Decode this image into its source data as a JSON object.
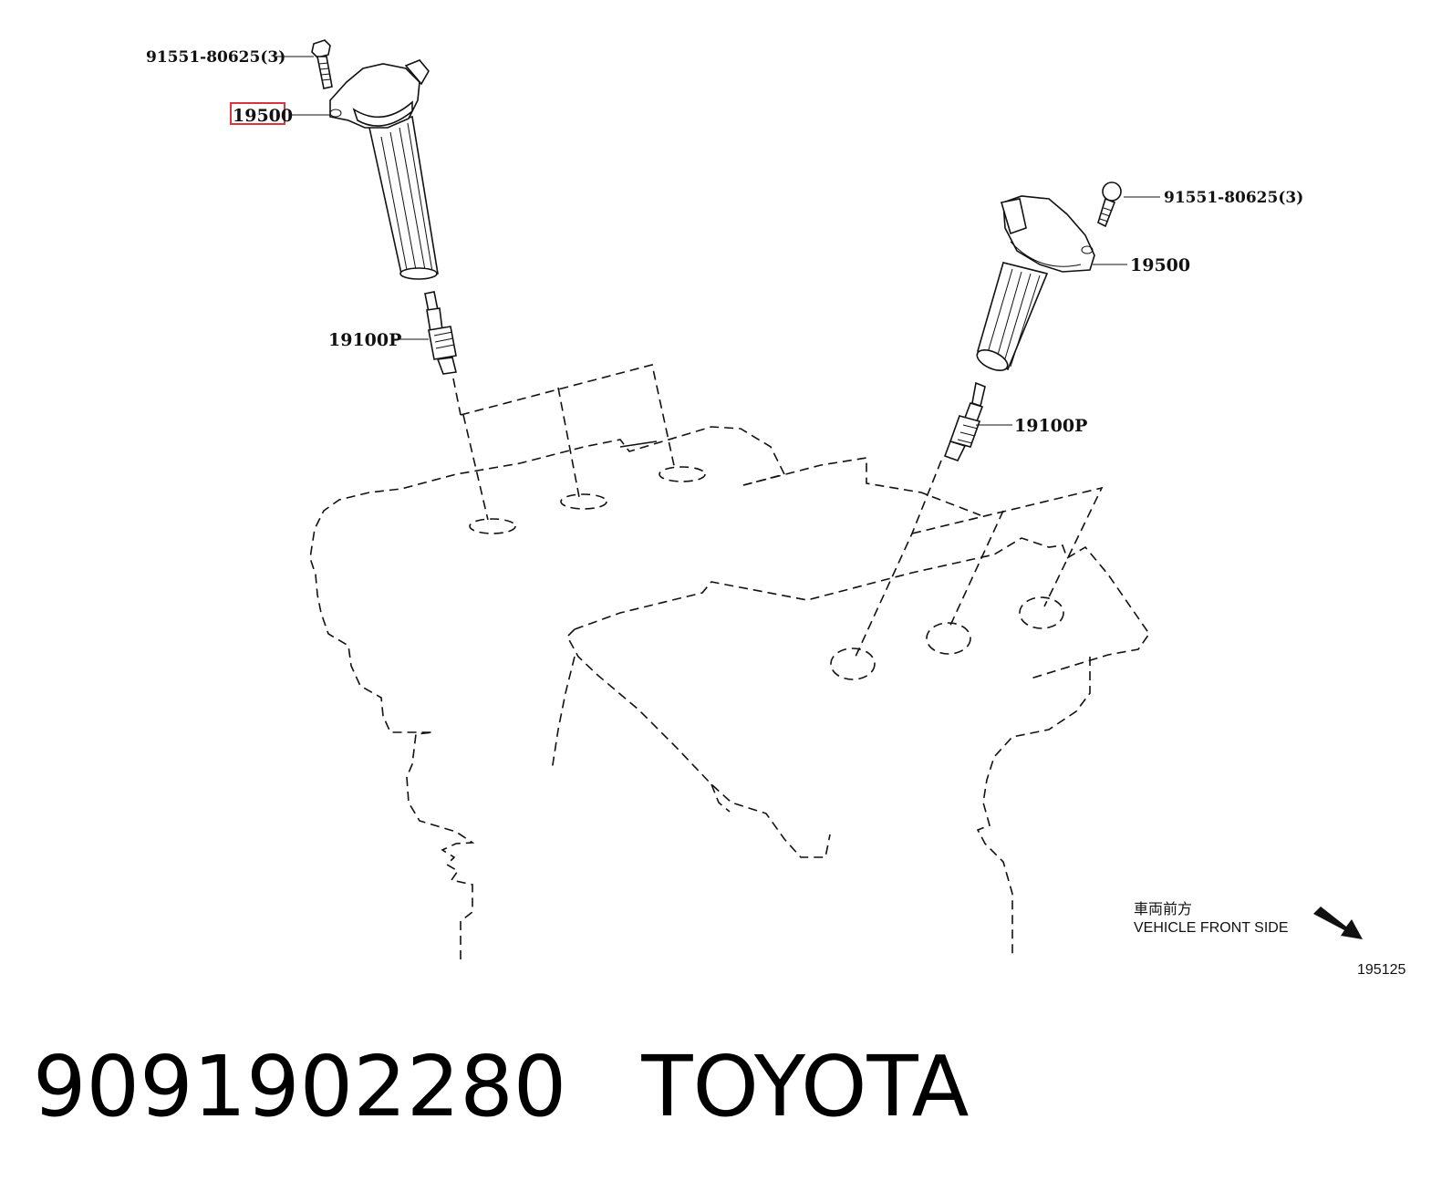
{
  "callouts": {
    "bolt_left": "91551-80625(3)",
    "coil_left": "19500",
    "plug_left": "19100P",
    "bolt_right": "91551-80625(3)",
    "coil_right": "19500",
    "plug_right": "19100P"
  },
  "orientation": {
    "jp": "車両前方",
    "en": "VEHICLE FRONT SIDE"
  },
  "figure_id": "195125",
  "caption": {
    "part_number": "9091902280",
    "brand": "TOYOTA"
  },
  "colors": {
    "highlight": "#d9363e",
    "line": "#111111"
  }
}
